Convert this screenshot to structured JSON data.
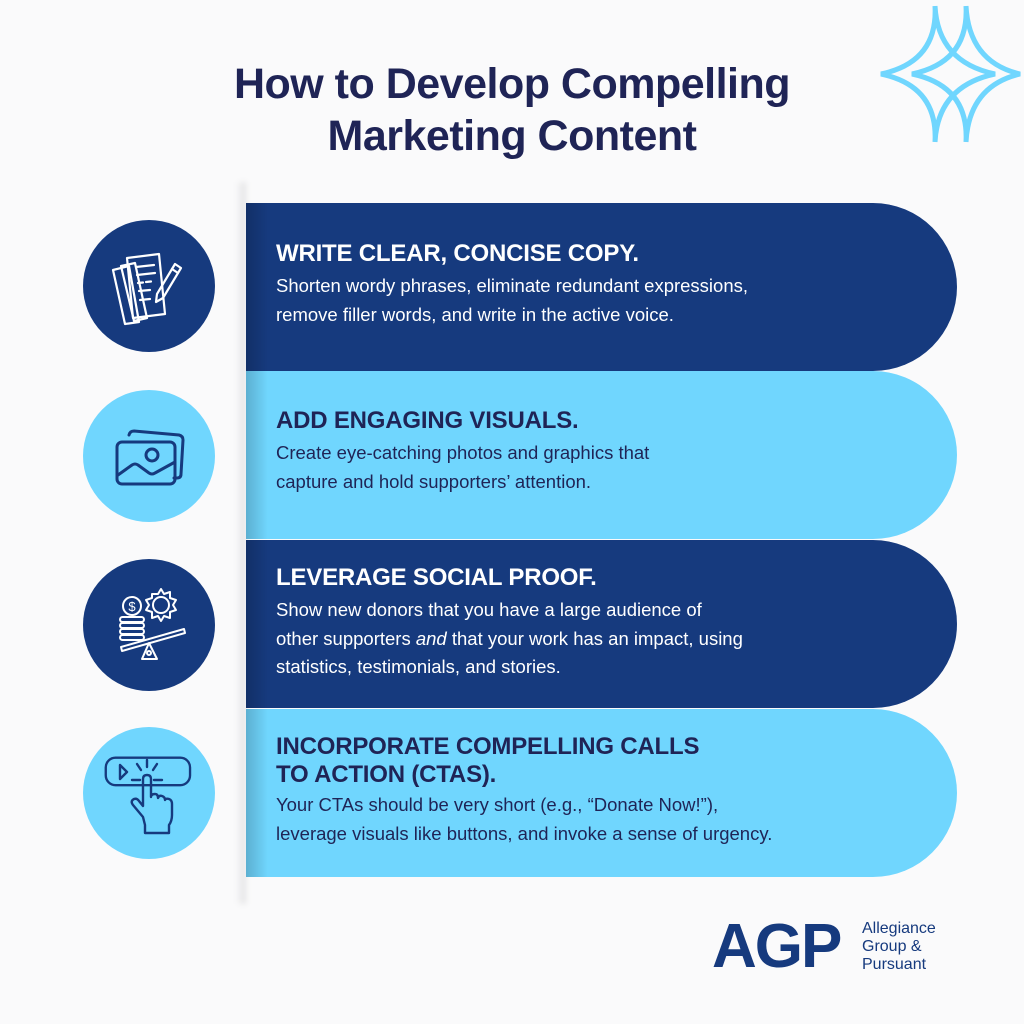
{
  "title": {
    "line1": "How to Develop Compelling",
    "line2": "Marketing Content"
  },
  "decoration": {
    "icon": "sparkle-icon",
    "color": "#70d6fe"
  },
  "colors": {
    "navy": "#163a7e",
    "sky": "#70d6fe",
    "title_text": "#1f2456",
    "background": "#fafafb"
  },
  "steps": [
    {
      "icon": "document-pencil-icon",
      "heading": "WRITE CLEAR, CONCISE COPY.",
      "body_lines": [
        "Shorten wordy phrases, eliminate redundant expressions,",
        "remove filler words, and write in the active voice."
      ],
      "theme": "dark"
    },
    {
      "icon": "photos-icon",
      "heading": "ADD ENGAGING VISUALS.",
      "body_lines": [
        "Create eye-catching photos and graphics that",
        "capture and hold supporters’ attention."
      ],
      "theme": "light"
    },
    {
      "icon": "scale-coins-gear-icon",
      "heading": "LEVERAGE SOCIAL PROOF.",
      "body_lines": [
        "Show new donors that you have a large audience of",
        "other supporters ",
        "and",
        " that your work has an impact, using",
        "statistics, testimonials, and stories."
      ],
      "theme": "dark"
    },
    {
      "icon": "click-button-icon",
      "heading_lines": [
        "INCORPORATE COMPELLING CALLS",
        "TO ACTION (CTAS)."
      ],
      "body_lines": [
        "Your CTAs should be very short (e.g., “Donate Now!”),",
        "leverage visuals like buttons, and invoke a sense of urgency."
      ],
      "theme": "light"
    }
  ],
  "logo": {
    "mark": "AGP",
    "name_lines": [
      "Allegiance",
      "Group &",
      "Pursuant"
    ]
  }
}
